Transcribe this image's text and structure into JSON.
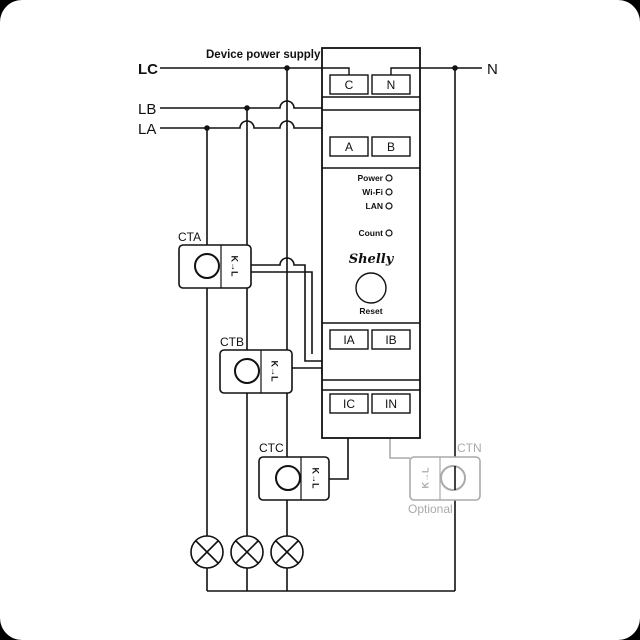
{
  "lines": {
    "lc": "LC",
    "lb": "LB",
    "la": "LA",
    "n": "N"
  },
  "supply_label": "Device power supply",
  "device": {
    "terminals_top": [
      "C",
      "N"
    ],
    "terminals_mid": [
      "A",
      "B"
    ],
    "terminals_ct1": [
      "IA",
      "IB"
    ],
    "terminals_ct2": [
      "IC",
      "IN"
    ],
    "leds": [
      "Power",
      "Wi-Fi",
      "LAN",
      "Count"
    ],
    "brand": "Shelly",
    "reset_label": "Reset"
  },
  "ct": {
    "a": "CTA",
    "b": "CTB",
    "c": "CTC",
    "n": "CTN",
    "marker": "K→L",
    "optional": "Optional"
  },
  "colors": {
    "background": "#000000",
    "panel": "#ffffff",
    "wire": "#111111",
    "optional": "#aaaaaa"
  }
}
